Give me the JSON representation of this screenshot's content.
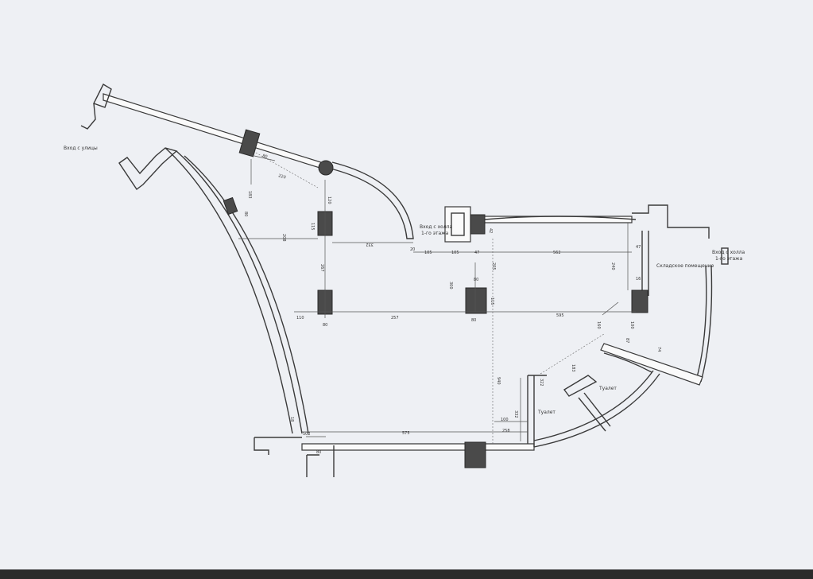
{
  "labels": {
    "street_entrance": "Вход с улицы",
    "lobby_entrance_top_1": "Вход с холла",
    "lobby_entrance_top_2": "1-го этажа",
    "lobby_entrance_right_1": "Вход с холла",
    "lobby_entrance_right_2": "1-го этажа",
    "storage_room": "Складское помещение",
    "toilet_left": "Туалет",
    "toilet_right": "Туалет"
  },
  "dimensions": {
    "d_80_top": "80",
    "d_220": "220",
    "d_183": "183",
    "d_120": "120",
    "d_80_left": "80",
    "d_115_left": "115",
    "d_208": "208",
    "d_332_top": "332",
    "d_20": "20",
    "d_105": "105",
    "d_105b": "105",
    "d_47_top": "47",
    "d_562": "562",
    "d_42": "42",
    "d_47_right": "47",
    "d_240": "240",
    "d_16": "16",
    "d_205": "205",
    "d_267": "267",
    "d_300": "300",
    "d_80_mid": "80",
    "d_115_mid": "115",
    "d_110": "110",
    "d_80_bl": "80",
    "d_257": "257",
    "d_80_bm": "80",
    "d_595": "595",
    "d_160": "160",
    "d_100": "100",
    "d_87": "87",
    "d_74": "74",
    "d_940": "940",
    "d_322": "322",
    "d_183b": "183",
    "d_332": "332",
    "d_100b": "100",
    "d_502": "502",
    "d_575": "575",
    "d_258": "258",
    "d_18": "18",
    "d_80_bottom": "80"
  },
  "colors": {
    "paper": "#eef0f4",
    "wall": "#3a3a3a",
    "column": "#4a4a4a",
    "bottom_bar": "#2b2b2b"
  }
}
